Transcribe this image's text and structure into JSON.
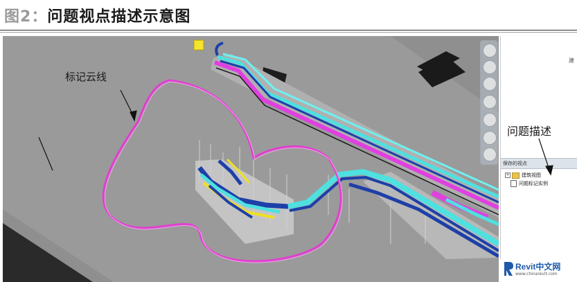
{
  "figure": {
    "label": "图2",
    "separator": "：",
    "title": "问题视点描述示意图"
  },
  "annotations": {
    "cloud_label": "标记云线",
    "description_label": "问题描述"
  },
  "panel": {
    "header_fragment": "建",
    "saved_views_header": "保存的视点",
    "tree": [
      {
        "label": "建筑视图",
        "expander": "+",
        "icon": "folder-icon"
      },
      {
        "label": "问题标记实例",
        "icon": "document-icon"
      }
    ]
  },
  "logo": {
    "name": "Revit中文网",
    "url": "www.chinarevit.com"
  },
  "colors": {
    "cloud": "#e040d0",
    "pipe_cyan": "#4fe0e0",
    "pipe_magenta": "#e040e0",
    "pipe_blue": "#1e3fa8",
    "pipe_yellow": "#f0e020",
    "background_gray": "#8f8f8f",
    "plate_gray": "#b4b4b4",
    "slab_dark": "#2a2a2a"
  },
  "navigation_bar": {
    "icons": [
      "steering-wheel-icon",
      "pan-hand-icon",
      "zoom-icon",
      "orbit-icon",
      "look-icon",
      "walk-icon",
      "settings-icon"
    ]
  }
}
